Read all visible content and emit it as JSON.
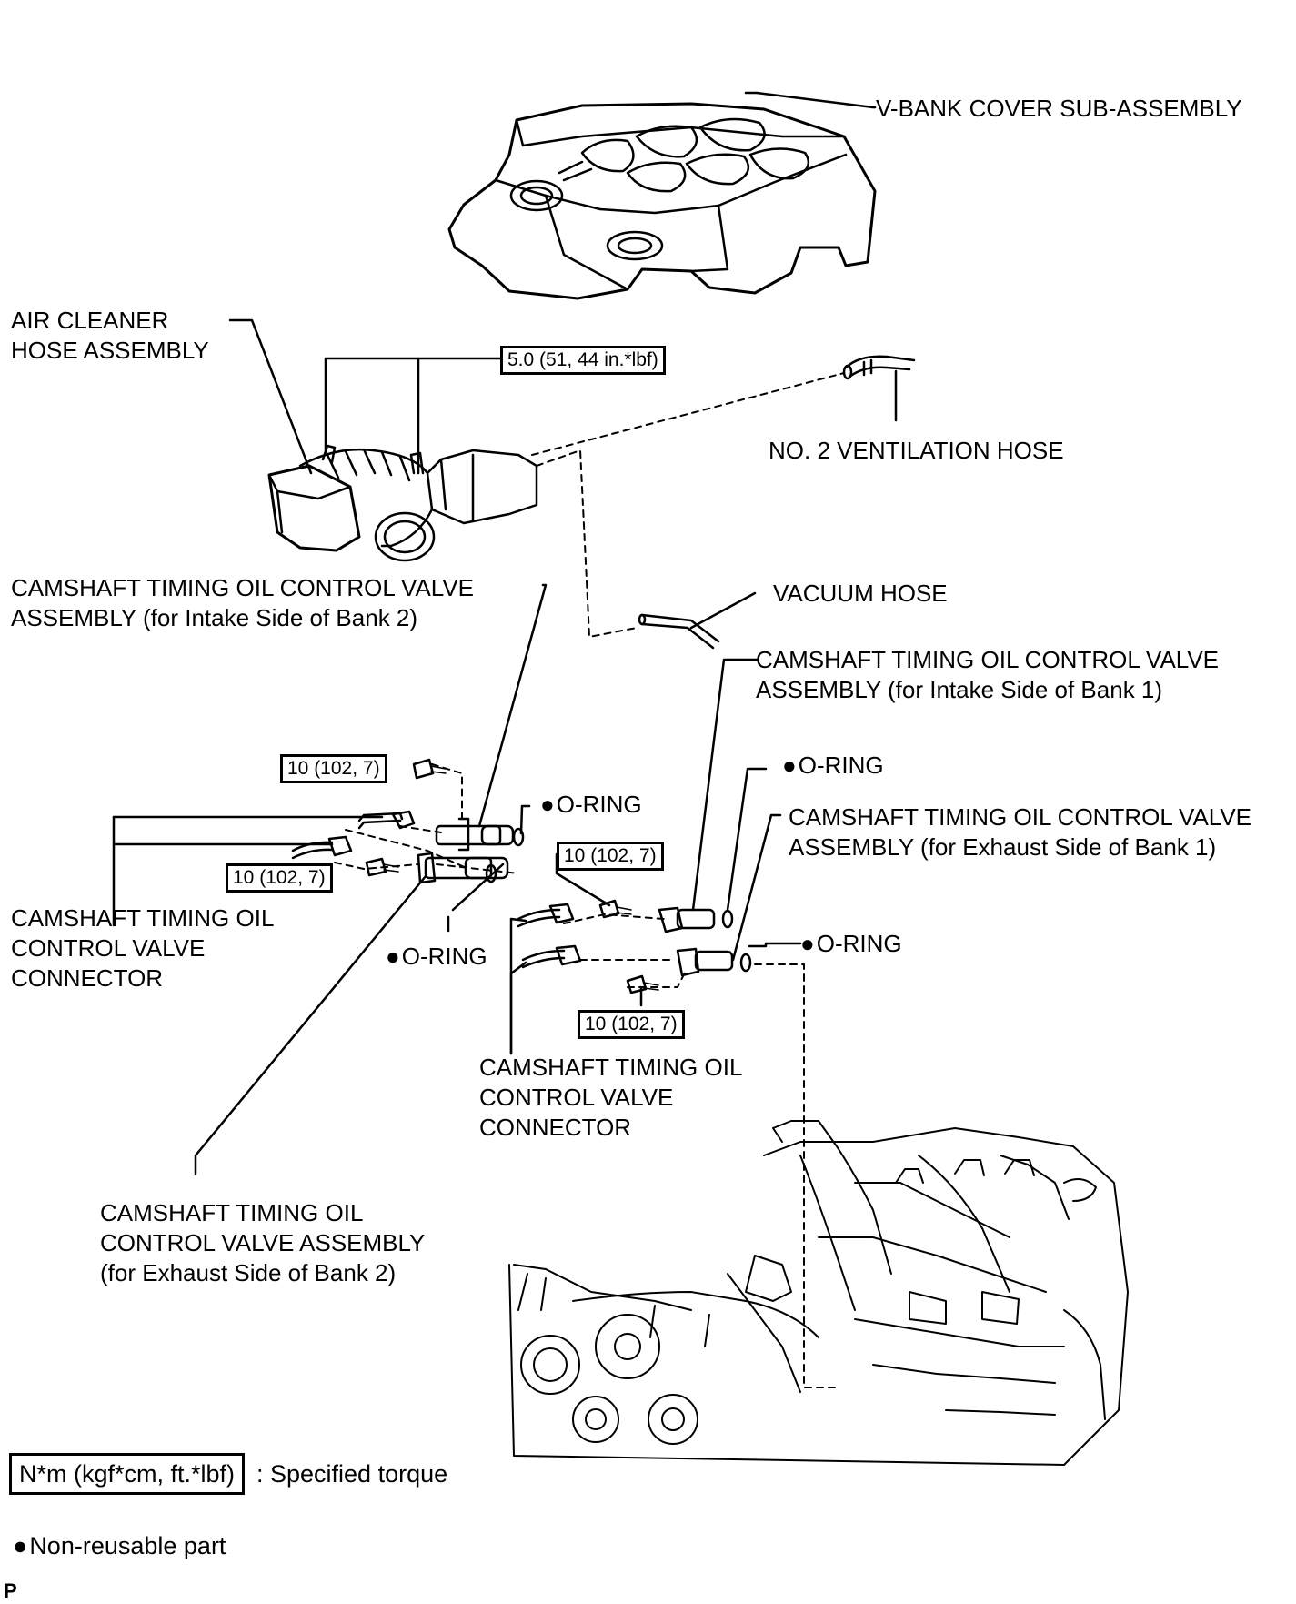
{
  "labels": {
    "v_bank_cover": "V-BANK COVER SUB-ASSEMBLY",
    "air_cleaner_line1": "AIR CLEANER",
    "air_cleaner_line2": "HOSE ASSEMBLY",
    "ventilation_hose": "NO. 2 VENTILATION HOSE",
    "vacuum_hose": "VACUUM HOSE",
    "ocv_intake_b2_line1": "CAMSHAFT TIMING OIL CONTROL VALVE",
    "ocv_intake_b2_line2": "ASSEMBLY (for Intake Side of Bank 2)",
    "ocv_intake_b1_line1": "CAMSHAFT TIMING OIL CONTROL VALVE",
    "ocv_intake_b1_line2": "ASSEMBLY (for Intake Side of Bank 1)",
    "ocv_exhaust_b1_line1": "CAMSHAFT TIMING OIL CONTROL VALVE",
    "ocv_exhaust_b1_line2": "ASSEMBLY (for Exhaust Side of Bank 1)",
    "ocv_exhaust_b2_line1": "CAMSHAFT TIMING OIL",
    "ocv_exhaust_b2_line2": "CONTROL VALVE ASSEMBLY",
    "ocv_exhaust_b2_line3": "(for Exhaust Side of Bank 2)",
    "connector_left_line1": "CAMSHAFT TIMING OIL",
    "connector_left_line2": "CONTROL VALVE",
    "connector_left_line3": "CONNECTOR",
    "connector_right_line1": "CAMSHAFT TIMING OIL",
    "connector_right_line2": "CONTROL VALVE",
    "connector_right_line3": "CONNECTOR",
    "o_ring": "O-RING"
  },
  "torque": {
    "air_cleaner": "5.0 (51, 44 in.*lbf)",
    "bolt": "10 (102, 7)"
  },
  "legend": {
    "torque_box": "N*m (kgf*cm, ft.*lbf)",
    "torque_desc": ": Specified torque",
    "non_reusable": "Non-reusable part"
  },
  "corner_code": "P"
}
